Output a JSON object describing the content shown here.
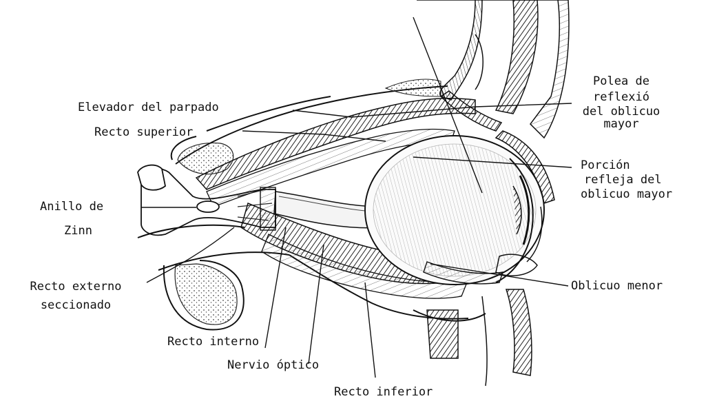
{
  "labels": {
    "polea": [
      "Polea de",
      "reflexió",
      "del oblicuo",
      "mayor"
    ],
    "elevador": "Elevador del parpado",
    "recto_superior": "Recto superior",
    "porcion": [
      "Porción",
      "refleja del",
      "oblicuo mayor"
    ],
    "anillo": [
      "Anillo de",
      "Zinn"
    ],
    "oblicuo_menor": "Oblicuo menor",
    "recto_externo": [
      "Recto externo",
      "seccionado"
    ],
    "recto_interno": "Recto interno",
    "nervio": "Nervio óptico",
    "recto_inferior": "Recto inferior"
  }
}
